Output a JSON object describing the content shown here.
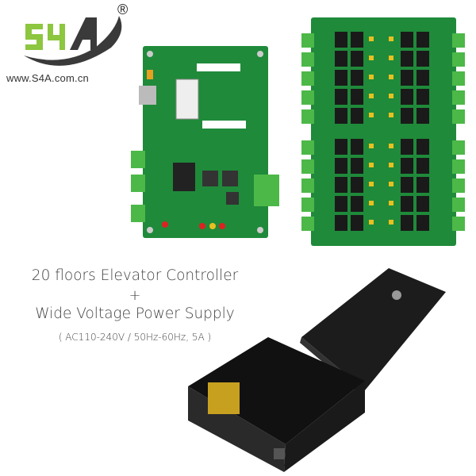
{
  "logo": {
    "brand": "S4A",
    "registered_mark": "®",
    "website": "www.S4A.com.cn",
    "colors": {
      "green": "#8dc63f",
      "dark": "#3a3a3a"
    }
  },
  "caption": {
    "line1": "20 floors Elevator Controller",
    "plus": "+",
    "line2": "Wide Voltage Power Supply",
    "spec": "( AC110-240V / 50Hz-60Hz, 5A )"
  },
  "products": {
    "controller_board": {
      "pcb_color": "#1f8a3a",
      "terminal_color": "#4cb848"
    },
    "relay_board": {
      "relay_color": "#1a1a1a"
    },
    "power_box": {
      "color": "#1c1c1c"
    }
  }
}
